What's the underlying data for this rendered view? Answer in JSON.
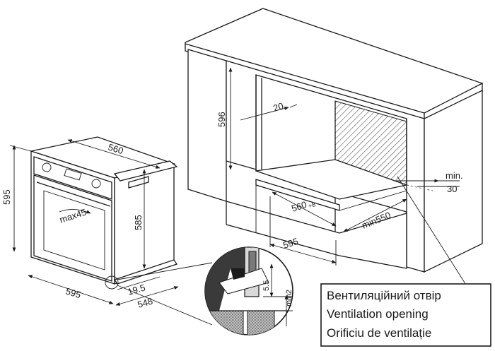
{
  "dimensions": {
    "oven_height": "595",
    "oven_width": "595",
    "oven_depth": "560",
    "oven_body_height": "585",
    "door_angle": "max45",
    "offset": "19.5",
    "body_depth": "548",
    "niche_height": "596",
    "top_vent": "20",
    "niche_width": "560",
    "niche_width_tolerance": "+8",
    "niche_min_depth": "min550",
    "cabinet_width": "595",
    "vent_gap_min": "min.",
    "vent_gap_value": "30",
    "detail_gap": "5.5",
    "detail_min": "min2"
  },
  "legend": {
    "line_uk": "Вентиляційний отвір",
    "line_en": "Ventilation opening",
    "line_ro": "Orificiu de ventilație"
  },
  "colors": {
    "ink": "#1a1a1a",
    "hatch": "#555555",
    "panel": "#d9d9d9"
  }
}
